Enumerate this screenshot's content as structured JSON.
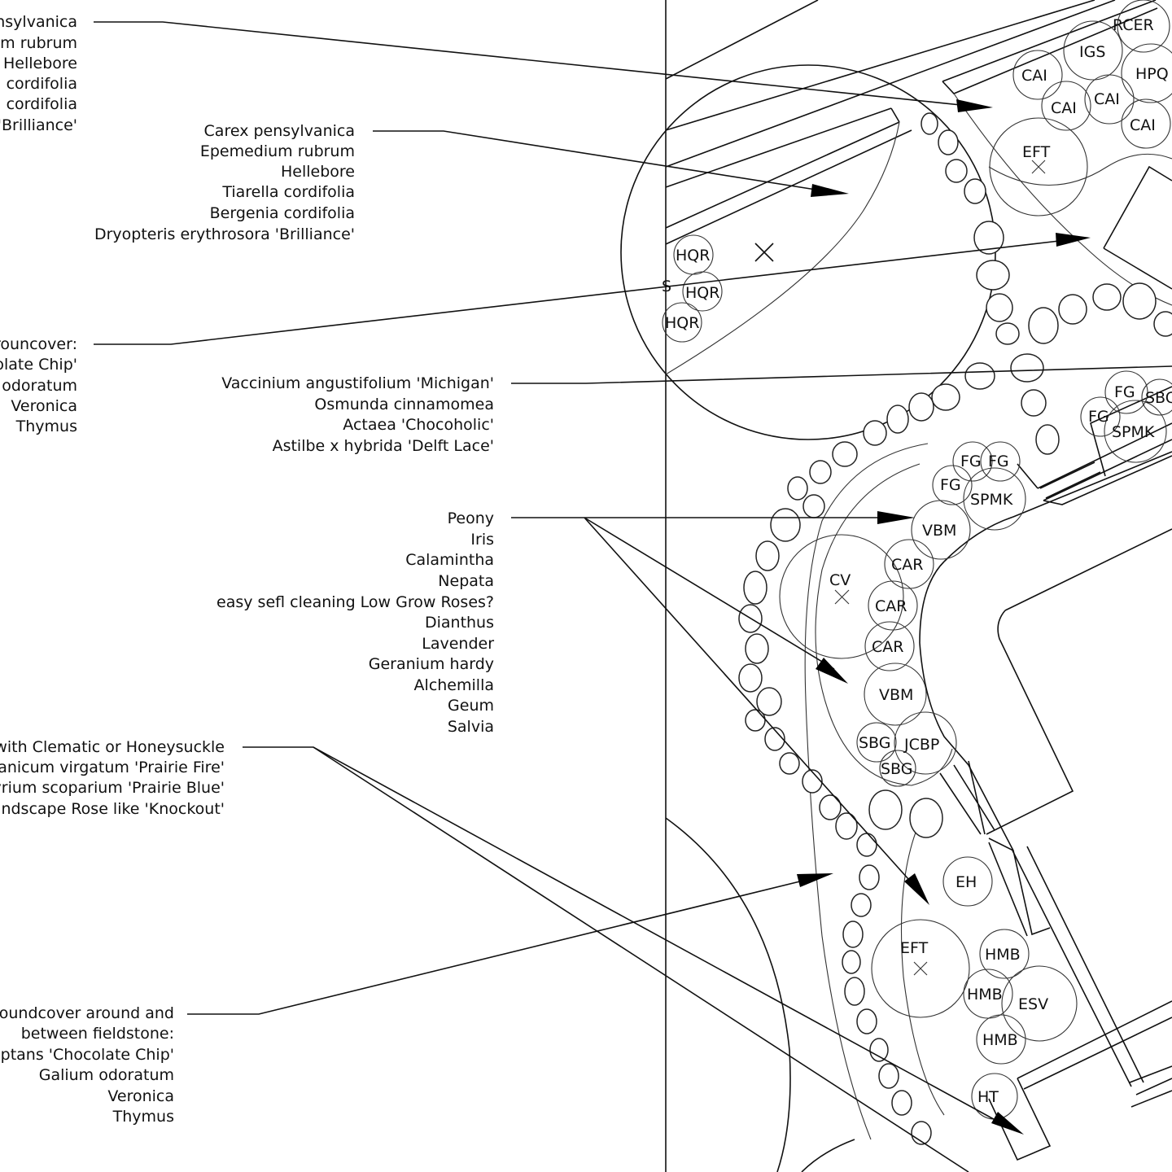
{
  "colors": {
    "ink": "#111111",
    "paper": "#ffffff"
  },
  "notes": {
    "top_left_partial": [
      "nsylvanica",
      "um rubrum",
      "Hellebore",
      "a cordifolia",
      "a cordifolia",
      "'Brilliance'"
    ],
    "shade_mix": [
      "Carex pensylvanica",
      "Epemedium rubrum",
      "Hellebore",
      "Tiarella cordifolia",
      "Bergenia cordifolia",
      "Dryopteris erythrosora 'Brilliance'"
    ],
    "groundcover_partial": [
      "rouncover:",
      "olate Chip'",
      "odoratum",
      "Veronica",
      "Thymus"
    ],
    "woodland_mix": [
      "Vaccinium angustifolium 'Michigan'",
      "Osmunda cinnamomea",
      "Actaea 'Chocoholic'",
      "Astilbe x hybrida 'Delft Lace'"
    ],
    "perennial_mix": [
      "Peony",
      "Iris",
      "Calamintha",
      "Nepata",
      "easy sefl cleaning Low Grow Roses?",
      "Dianthus",
      "Lavender",
      "Geranium hardy",
      "Alchemilla",
      "Geum",
      "Salvia"
    ],
    "fence_mix_partial": [
      "with Clematic or Honeysuckle",
      "ranicum virgatum 'Prairie Fire'",
      "yrium scoparium 'Prairie Blue'",
      "ndscape Rose like 'Knockout'"
    ],
    "fieldstone_partial": [
      "roundcover around and",
      "between fieldstone:",
      "eptans 'Chocolate Chip'",
      "Galium odoratum",
      "Veronica",
      "Thymus"
    ]
  },
  "plant_tags": [
    "RCER",
    "IGS",
    "CAI",
    "HPQ",
    "CAI",
    "CAI",
    "CAI",
    "EFT",
    "HQR",
    "HQR",
    "HQR",
    "S",
    "FG",
    "SBC",
    "FG",
    "SPMK",
    "FG",
    "FG",
    "FG",
    "SPMK",
    "VBM",
    "CAR",
    "CV",
    "CAR",
    "CAR",
    "VBM",
    "SBG",
    "JCBP",
    "SBG",
    "EH",
    "EFT",
    "HMB",
    "HMB",
    "ESV",
    "HMB",
    "HT"
  ]
}
